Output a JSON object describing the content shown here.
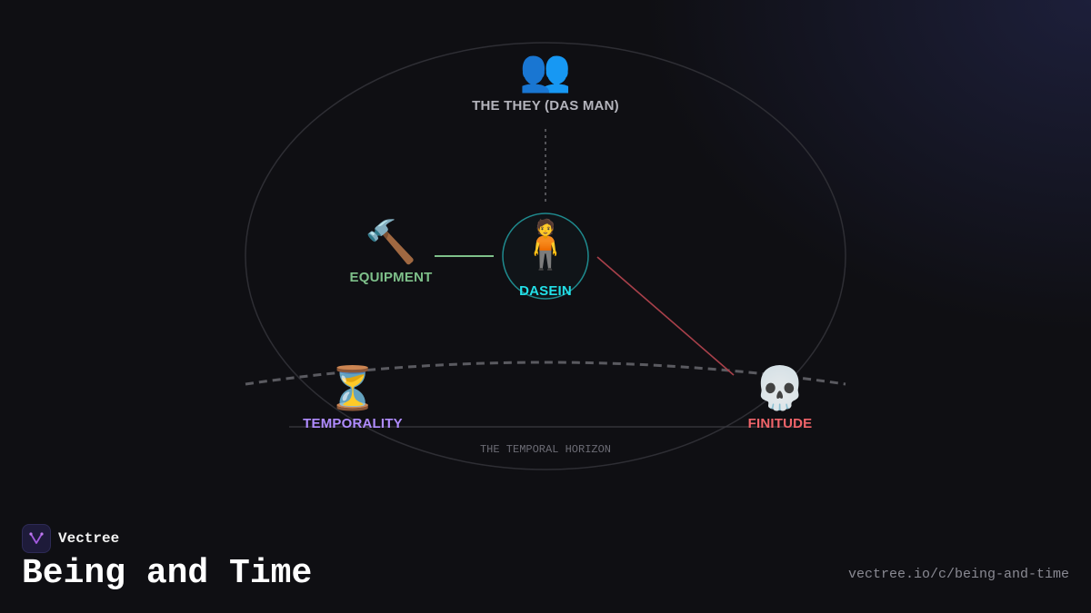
{
  "nodes": {
    "they": {
      "icon": "👥",
      "icon_name": "people-icon",
      "label": "THE THEY (DAS MAN)",
      "color": "#b4b4bc"
    },
    "equipment": {
      "icon": "🔨",
      "icon_name": "hammer-icon",
      "label": "EQUIPMENT",
      "color": "#7ec08a"
    },
    "dasein": {
      "icon": "🧍",
      "icon_name": "person-standing-icon",
      "label": "DASEIN",
      "color": "#22e0e8"
    },
    "temporality": {
      "icon": "⏳",
      "icon_name": "hourglass-icon",
      "label": "TEMPORALITY",
      "color": "#b08cff"
    },
    "finitude": {
      "icon": "💀",
      "icon_name": "skull-icon",
      "label": "FINITUDE",
      "color": "#f0646a"
    }
  },
  "horizon": {
    "label": "THE TEMPORAL HORIZON"
  },
  "brand": {
    "name": "Vectree",
    "logo_icon": "vectree-logo-icon"
  },
  "footer": {
    "title": "Being and Time",
    "url": "vectree.io/c/being-and-time"
  },
  "colors": {
    "background": "#0f0f13",
    "edge_equipment": "#7ec08a",
    "edge_finitude": "#a8404a",
    "dasein_ring": "#1f8a8e"
  }
}
